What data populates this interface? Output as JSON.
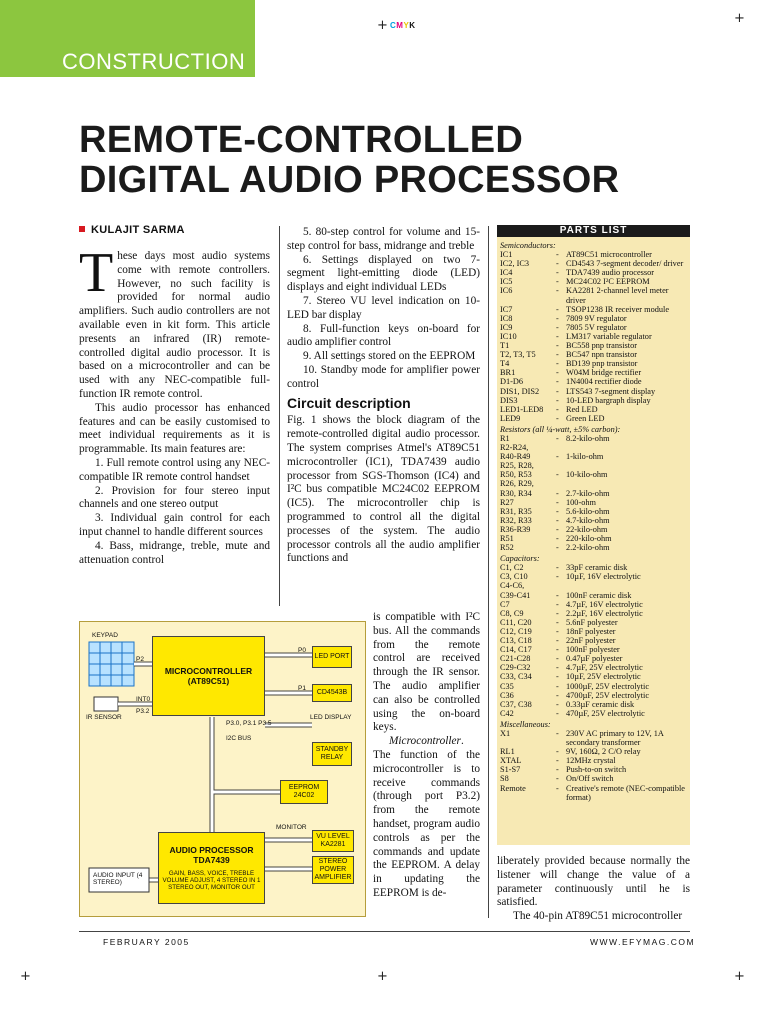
{
  "page": {
    "section_label": "CONSTRUCTION",
    "headline_line1": "REMOTE-CONTROLLED",
    "headline_line2": "DIGITAL AUDIO PROCESSOR",
    "author": "KULAJIT SARMA",
    "footer_left": "FEBRUARY 2005",
    "footer_right": "WWW.EFYMAG.COM",
    "registration_mark": "CMYK",
    "accent_color": "#8cc63f"
  },
  "col1": {
    "dropcap": "T",
    "p1": "hese days most audio systems come with remote controllers. However, no such facility is provided for normal audio amplifiers. Such audio controllers are not available even in kit form. This article presents an infrared (IR) remote-controlled digital audio processor. It is based on a microcontroller and can be used with any NEC-compatible full-function IR remote control.",
    "p2": "This audio processor has enhanced features and can be easily customised to meet individual requirements as it is programmable. Its main features are:",
    "f1": "1. Full remote control using any NEC-compatible IR remote control handset",
    "f2": "2. Provision for four stereo input channels and one stereo output",
    "f3": "3. Individual gain control for each input channel to handle different sources",
    "f4": "4. Bass, midrange, treble, mute and attenuation control"
  },
  "col2": {
    "f5": "5. 80-step control for volume and 15-step control for bass, midrange and treble",
    "f6": "6. Settings displayed on two 7-segment light-emitting diode (LED) displays and eight individual LEDs",
    "f7": "7. Stereo VU level indication on 10-LED bar display",
    "f8": "8. Full-function keys on-board for audio amplifier control",
    "f9": "9. All settings stored on the EEPROM",
    "f10": "10. Standby mode for amplifier power control",
    "subhead": "Circuit description",
    "p_circuit": "Fig. 1 shows the block diagram of the remote-controlled digital audio processor. The system comprises Atmel's AT89C51 microcontroller (IC1), TDA7439 audio processor from SGS-Thomson (IC4) and I²C bus compatible MC24C02 EEPROM (IC5). The microcontroller chip is programmed to control all the digital processes of the system. The audio processor controls all the audio amplifier functions and",
    "p_narrow1": "is compatible with I²C bus. All the commands from the remote control are received through the IR sensor. The audio amplifier can also be controlled using the on-board keys.",
    "mc_label": "Microcontroller",
    "p_narrow2": ". The function of the microcontroller is to receive commands (through port P3.2) from the remote handset, program audio controls as per the commands and update the EEPROM. A delay in updating the EEPROM is de-"
  },
  "col3": {
    "p1": "liberately provided because normally the listener will change the value of a parameter continuously until he is satisfied.",
    "p2": "The 40-pin AT89C51 microcontroller"
  },
  "parts_list": {
    "title": "PARTS LIST",
    "sections": [
      {
        "heading": "Semiconductors:",
        "rows": [
          {
            "ref": "IC1",
            "desc": "AT89C51 microcontroller"
          },
          {
            "ref": "IC2, IC3",
            "desc": "CD4543 7-segment decoder/ driver"
          },
          {
            "ref": "IC4",
            "desc": "TDA7439 audio processor"
          },
          {
            "ref": "IC5",
            "desc": "MC24C02 I²C EEPROM"
          },
          {
            "ref": "IC6",
            "desc": "KA2281 2-channel level meter driver"
          },
          {
            "ref": "IC7",
            "desc": "TSOP1238 IR receiver module"
          },
          {
            "ref": "IC8",
            "desc": "7809 9V regulator"
          },
          {
            "ref": "IC9",
            "desc": "7805 5V regulator"
          },
          {
            "ref": "IC10",
            "desc": "LM317 variable regulator"
          },
          {
            "ref": "T1",
            "desc": "BC558 pnp transistor"
          },
          {
            "ref": "T2, T3, T5",
            "desc": "BC547 npn transistor"
          },
          {
            "ref": "T4",
            "desc": "BD139 pnp transistor"
          },
          {
            "ref": "BR1",
            "desc": "W04M bridge rectifier"
          },
          {
            "ref": "D1-D6",
            "desc": "1N4004 rectifier diode"
          },
          {
            "ref": "DIS1, DIS2",
            "desc": "LTS543 7-segment display"
          },
          {
            "ref": "DIS3",
            "desc": "10-LED bargraph display"
          },
          {
            "ref": "LED1-LED8",
            "desc": "Red LED"
          },
          {
            "ref": "LED9",
            "desc": "Green LED"
          }
        ]
      },
      {
        "heading": "Resistors (all ¼-watt, ±5% carbon):",
        "rows": [
          {
            "ref": "R1",
            "desc": "8.2-kilo-ohm"
          },
          {
            "ref": "R2-R24,",
            "desc": ""
          },
          {
            "ref": "R40-R49",
            "desc": "1-kilo-ohm"
          },
          {
            "ref": "R25, R28,",
            "desc": ""
          },
          {
            "ref": "R50, R53",
            "desc": "10-kilo-ohm"
          },
          {
            "ref": "R26, R29,",
            "desc": ""
          },
          {
            "ref": "R30, R34",
            "desc": "2.7-kilo-ohm"
          },
          {
            "ref": "R27",
            "desc": "100-ohm"
          },
          {
            "ref": "R31, R35",
            "desc": "5.6-kilo-ohm"
          },
          {
            "ref": "R32, R33",
            "desc": "4.7-kilo-ohm"
          },
          {
            "ref": "R36-R39",
            "desc": "22-kilo-ohm"
          },
          {
            "ref": "R51",
            "desc": "220-kilo-ohm"
          },
          {
            "ref": "R52",
            "desc": "2.2-kilo-ohm"
          }
        ]
      },
      {
        "heading": "Capacitors:",
        "rows": [
          {
            "ref": "C1, C2",
            "desc": "33pF ceramic disk"
          },
          {
            "ref": "C3, C10",
            "desc": "10µF, 16V electrolytic"
          },
          {
            "ref": "C4-C6,",
            "desc": ""
          },
          {
            "ref": "C39-C41",
            "desc": "100nF ceramic disk"
          },
          {
            "ref": "C7",
            "desc": "4.7µF, 16V electrolytic"
          },
          {
            "ref": "C8, C9",
            "desc": "2.2µF, 16V electrolytic"
          },
          {
            "ref": "C11, C20",
            "desc": "5.6nF polyester"
          },
          {
            "ref": "C12, C19",
            "desc": "18nF polyester"
          },
          {
            "ref": "C13, C18",
            "desc": "22nF polyester"
          },
          {
            "ref": "C14, C17",
            "desc": "100nF polyester"
          },
          {
            "ref": "C21-C28",
            "desc": "0.47µF polyester"
          },
          {
            "ref": "C29-C32",
            "desc": "4.7µF, 25V electrolytic"
          },
          {
            "ref": "C33, C34",
            "desc": "10µF, 25V electrolytic"
          },
          {
            "ref": "C35",
            "desc": "1000µF, 25V electrolytic"
          },
          {
            "ref": "C36",
            "desc": "4700µF, 25V electrolytic"
          },
          {
            "ref": "C37, C38",
            "desc": "0.33µF ceramic disk"
          },
          {
            "ref": "C42",
            "desc": "470µF, 25V electrolytic"
          }
        ]
      },
      {
        "heading": "Miscellaneous:",
        "rows": [
          {
            "ref": "X1",
            "desc": "230V AC primary to 12V, 1A secondary transformer"
          },
          {
            "ref": "RL1",
            "desc": "9V, 160Ω, 2 C/O relay"
          },
          {
            "ref": "XTAL",
            "desc": "12MHz crystal"
          },
          {
            "ref": "S1-S7",
            "desc": "Push-to-on switch"
          },
          {
            "ref": "S8",
            "desc": "On/Off switch"
          },
          {
            "ref": "Remote",
            "desc": "Creative's remote (NEC-compatible format)"
          }
        ]
      }
    ]
  },
  "figure": {
    "keypad": "KEYPAD",
    "ir_sensor": "IR SENSOR",
    "mc_title": "MICROCONTROLLER",
    "mc_part": "(AT89C51)",
    "p2": "P2",
    "int0": "INT0",
    "p32": "P3.2",
    "p0": "P0",
    "p1": "P1",
    "ports": "P3.0, P3.1 P3.5",
    "i2c": "I2C BUS",
    "led_port": "LED PORT",
    "cd4543": "CD4543B",
    "led_display": "LED DISPLAY",
    "standby": "STANDBY RELAY",
    "eeprom": "EEPROM 24C02",
    "ap_title": "AUDIO PROCESSOR",
    "ap_part": "TDA7439",
    "ap_desc": "GAIN, BASS, VOICE, TREBLE VOLUME ADJUST, 4 STEREO IN 1 STEREO OUT, MONITOR OUT",
    "monitor": "MONITOR",
    "vu": "VU LEVEL KA2281",
    "audio_input": "AUDIO INPUT (4 STEREO)",
    "stereo_amp": "STEREO POWER AMPLIFIER"
  }
}
